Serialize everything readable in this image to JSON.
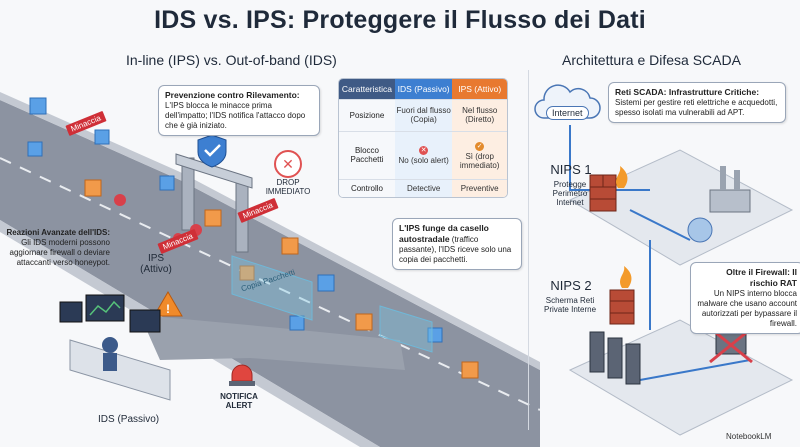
{
  "title": "IDS vs. IPS: Proteggere il Flusso dei Dati",
  "left_subtitle": "In-line (IPS) vs. Out-of-band (IDS)",
  "right_subtitle": "Architettura e Difesa SCADA",
  "callouts": {
    "prevention_title": "Prevenzione contro Rilevamento:",
    "prevention_text": "L'IPS blocca le minacce prima dell'impatto; l'IDS notifica l'attacco dopo che è già iniziato.",
    "ids_adv_title": "Reazioni Avanzate dell'IDS:",
    "ids_adv_text": "Gli IDS moderni possono aggiornare firewall o deviare attaccanti verso honeypot.",
    "casello_title": "L'IPS funge da casello autostradale",
    "casello_text": "(traffico passante), l'IDS riceve solo una copia dei pacchetti.",
    "scada_title": "Reti SCADA: Infrastrutture Critiche:",
    "scada_text": "Sistemi per gestire reti elettriche e acquedotti, spesso isolati ma vulnerabili ad APT.",
    "rat_title": "Oltre il Firewall: Il rischio RAT",
    "rat_text": "Un NIPS interno blocca malware che usano account autorizzati per bypassare il firewall."
  },
  "table": {
    "headers": [
      "Caratteristica",
      "IDS (Passivo)",
      "IPS (Attivo)"
    ],
    "rows": [
      [
        "Posizione",
        "Fuori dal flusso (Copia)",
        "Nel flusso (Diretto)"
      ],
      [
        "Blocco Pacchetti",
        "No (solo alert)",
        "Sì (drop immediato)"
      ],
      [
        "Controllo",
        "Detective",
        "Preventive"
      ]
    ]
  },
  "labels": {
    "drop": "DROP IMMEDIATO",
    "ips": "IPS (Attivo)",
    "ids": "IDS (Passivo)",
    "notifica": "NOTIFICA ALERT",
    "copia": "Copia Pacchetti",
    "minaccia": "Minaccia",
    "internet": "Internet",
    "nips1_title": "NIPS 1",
    "nips1_desc": "Protegge Perimetro Internet",
    "nips2_title": "NIPS 2",
    "nips2_desc": "Schermа Reti Private Interne",
    "brand": "NotebookLM"
  },
  "colors": {
    "road": "#7d8594",
    "ids_blue": "#3d7fd1",
    "ips_orange": "#e87930",
    "threat_red": "#cf2f37",
    "title": "#1f2a3a"
  }
}
